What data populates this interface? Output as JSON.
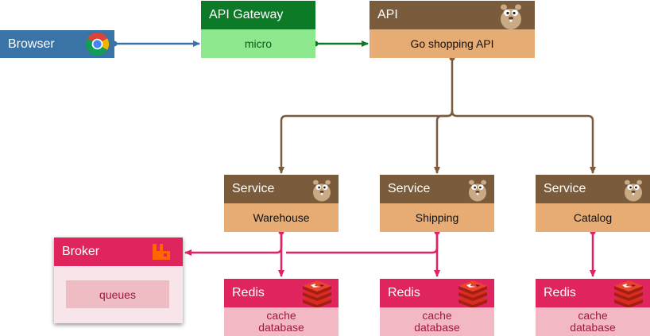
{
  "colors": {
    "browser": "#3a74a7",
    "gateway_head": "#0c7a27",
    "gateway_body": "#8ee98e",
    "service_head": "#7a5c3d",
    "service_body": "#e6ac74",
    "redis_head": "#e0245e",
    "redis_body": "#f2b9c4",
    "broker_body": "#f8e5e9",
    "queue_box": "#efbcc4",
    "arrow_blue": "#3a74a7",
    "arrow_green": "#0c7a27",
    "arrow_brown": "#7a5c3d",
    "arrow_pink": "#e0245e"
  },
  "browser": {
    "label": "Browser",
    "icon": "chrome-icon"
  },
  "gateway": {
    "title": "API Gateway",
    "body": "micro"
  },
  "api": {
    "title": "API",
    "body": "Go shopping API",
    "icon": "gopher-icon"
  },
  "services": [
    {
      "title": "Service",
      "body": "Warehouse",
      "icon": "gopher-icon"
    },
    {
      "title": "Service",
      "body": "Shipping",
      "icon": "gopher-icon"
    },
    {
      "title": "Service",
      "body": "Catalog",
      "icon": "gopher-icon"
    }
  ],
  "redis": [
    {
      "title": "Redis",
      "line1": "cache",
      "line2": "database",
      "icon": "redis-icon"
    },
    {
      "title": "Redis",
      "line1": "cache",
      "line2": "database",
      "icon": "redis-icon"
    },
    {
      "title": "Redis",
      "line1": "cache",
      "line2": "database",
      "icon": "redis-icon"
    }
  ],
  "broker": {
    "title": "Broker",
    "queues": "queues",
    "icon": "rabbitmq-icon"
  }
}
